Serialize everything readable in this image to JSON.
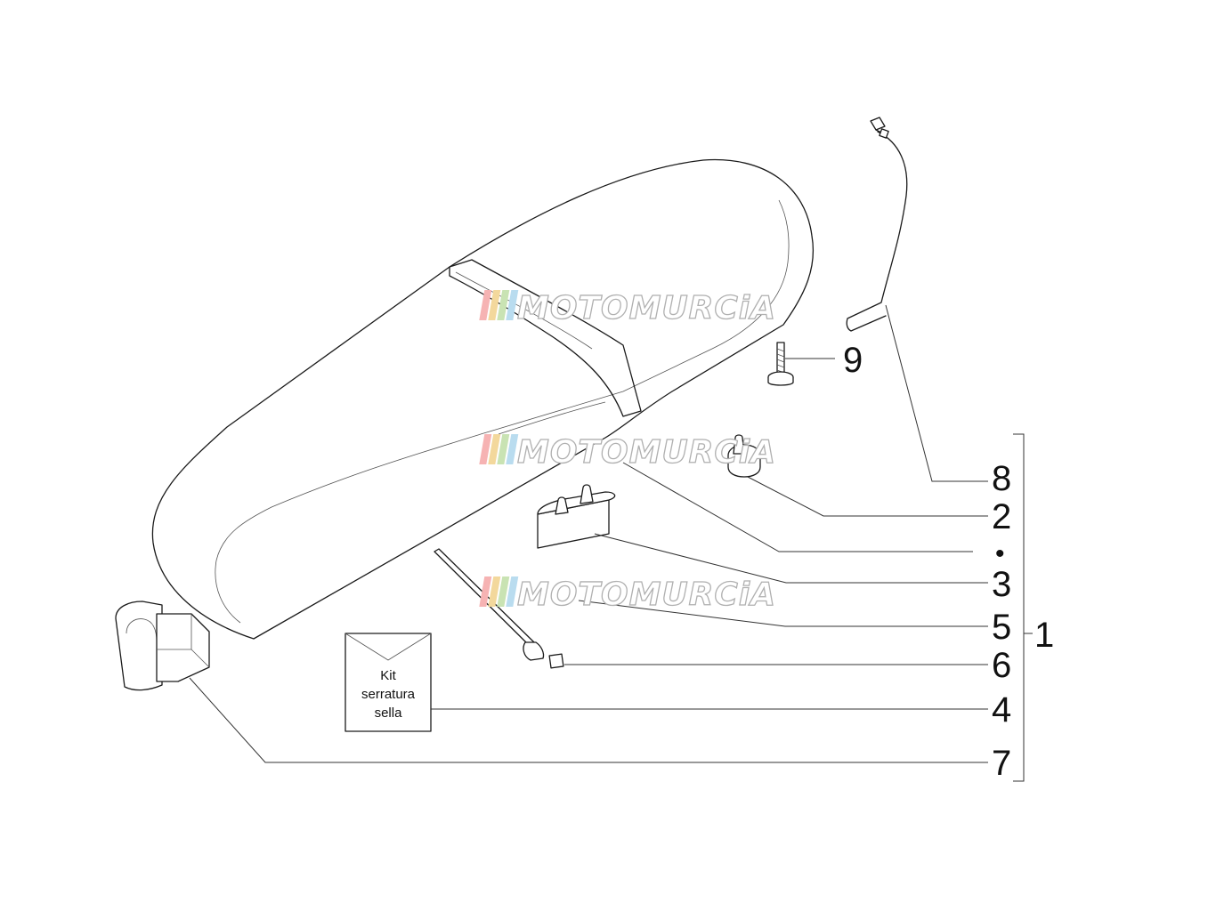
{
  "callouts": {
    "part_1": "1",
    "part_2": "2",
    "part_3": "3",
    "part_4": "4",
    "part_5": "5",
    "part_6": "6",
    "part_7": "7",
    "part_8": "8",
    "part_9": "9",
    "dot": "•"
  },
  "kit_label": {
    "line1": "Kit",
    "line2": "serratura",
    "line3": "sella"
  },
  "watermark": {
    "text": "MOTOMURCiA",
    "colors": [
      "#f6b3b3",
      "#f3d89c",
      "#c9e3b3",
      "#b9dcef"
    ]
  },
  "colors": {
    "line": "#1a1a1a",
    "background": "#ffffff"
  }
}
